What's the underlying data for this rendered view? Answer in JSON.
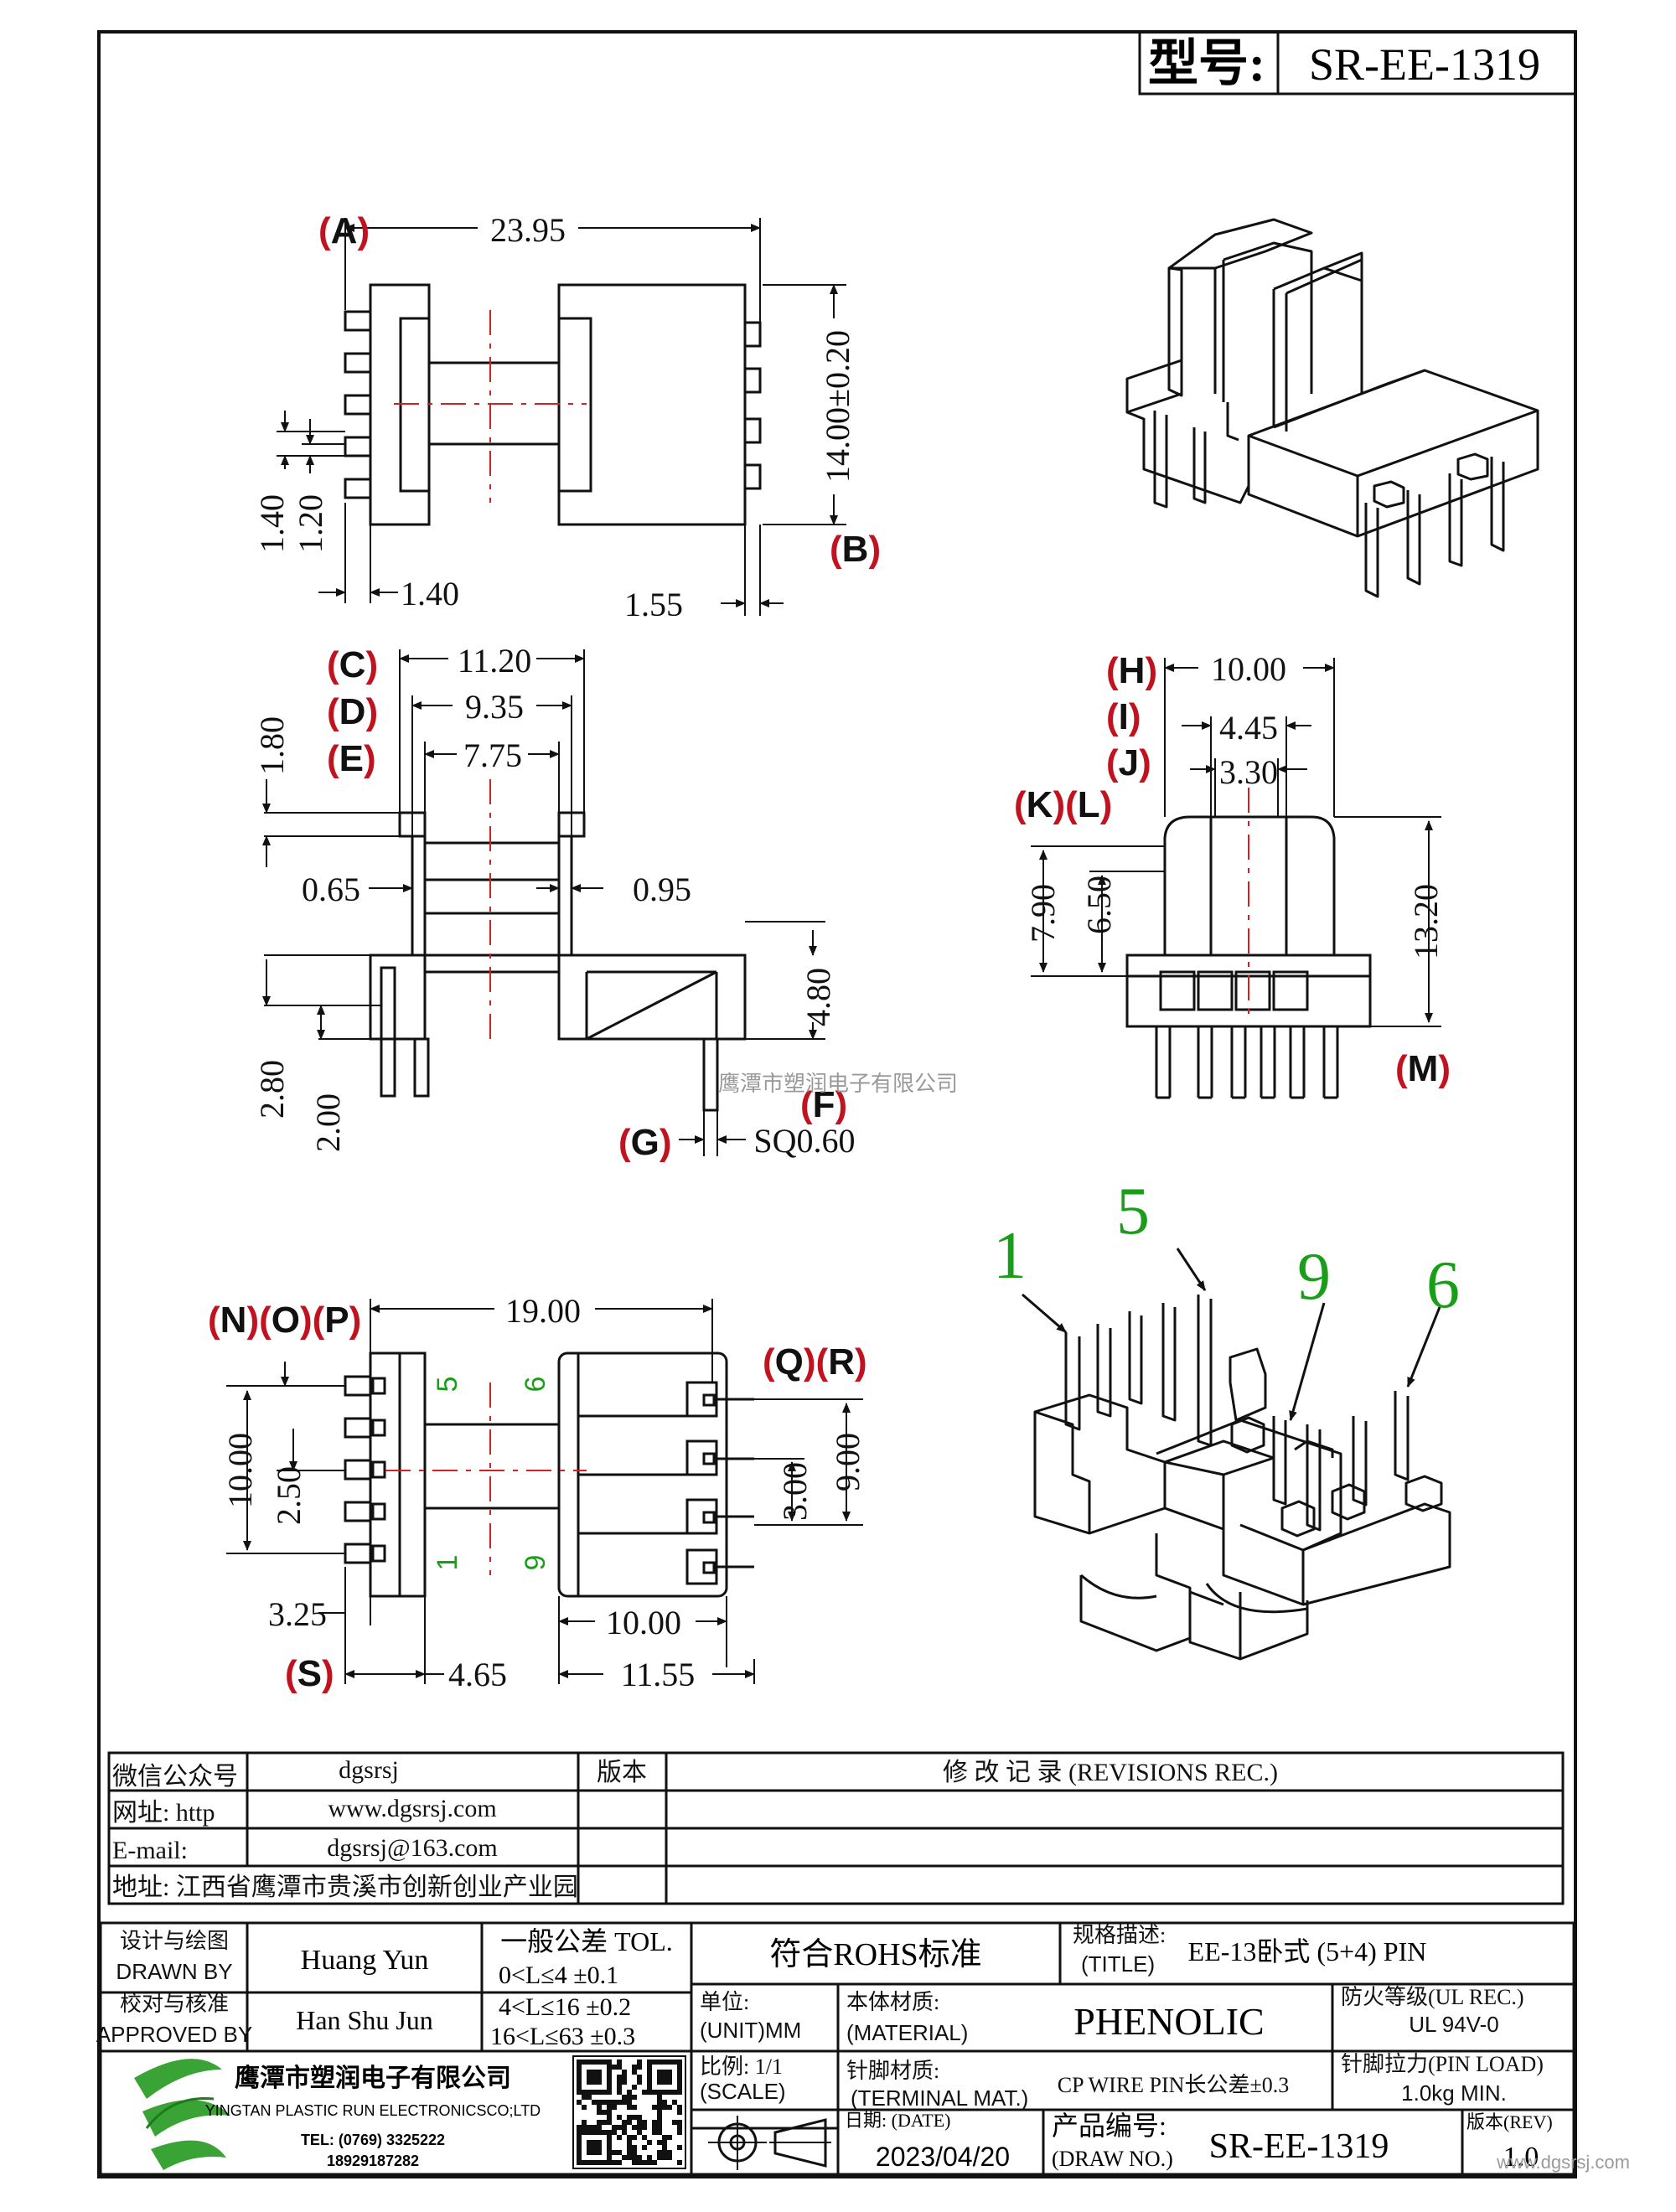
{
  "header": {
    "model_label": "型号:",
    "model_value": "SR-EE-1319"
  },
  "labels": {
    "A": "(A)",
    "B": "(B)",
    "C": "(C)",
    "D": "(D)",
    "E": "(E)",
    "F": "(F)",
    "G": "(G)",
    "H": "(H)",
    "I": "(I)",
    "J": "(J)",
    "KL": "(K)(L)",
    "M": "(M)",
    "NOP": "(N)(O)(P)",
    "QR": "(Q)(R)",
    "S": "(S)"
  },
  "dims": {
    "A": "23.95",
    "B": "14.00±0.20",
    "top_140_v": "1.40",
    "top_120_v": "1.20",
    "top_140_h": "1.40",
    "top_155": "1.55",
    "C": "11.20",
    "D": "9.35",
    "E": "7.75",
    "front_180": "1.80",
    "front_065": "0.65",
    "front_095": "0.95",
    "front_280": "2.80",
    "front_200": "2.00",
    "F": "4.80",
    "G": "SQ0.60",
    "H": "10.00",
    "I": "4.45",
    "J": "3.30",
    "K": "7.90",
    "L": "6.50",
    "M": "13.20",
    "NOP": "19.00",
    "bottom_1000_v": "10.00",
    "bottom_250": "2.50",
    "QR": "9.00",
    "bottom_300": "3.00",
    "bottom_1000_h": "10.00",
    "bottom_325": "3.25",
    "S": "4.65",
    "bottom_1155": "11.55"
  },
  "pins": {
    "p1": "1",
    "p5": "5",
    "p6": "6",
    "p9": "9",
    "color": "#1a9e1a"
  },
  "watermark": {
    "company": "鹰潭市塑润电子有限公司",
    "site": "www.dgsrsj.com"
  },
  "contact": {
    "wechat_label": "微信公众号",
    "wechat_value": "dgsrsj",
    "website_label": "网址: http",
    "website_value": "www.dgsrsj.com",
    "email_label": "E-mail:",
    "email_value": "dgsrsj@163.com",
    "address": "地址: 江西省鹰潭市贵溪市创新创业产业园"
  },
  "revisions": {
    "version_header": "版本",
    "title": "修 改 记 录  (REVISIONS REC.)"
  },
  "titleblock": {
    "drawn_by_cn": "设计与绘图",
    "drawn_by_en": "DRAWN BY",
    "drawn_by_name": "Huang Yun",
    "approved_by_cn": "校对与核准",
    "approved_by_en": "APPROVED BY",
    "approved_by_name": "Han Shu Jun",
    "tolerance_title": "一般公差 TOL.",
    "tol_1": "0<L≤4    ±0.1",
    "tol_2": "4<L≤16   ±0.2",
    "tol_3": "16<L≤63  ±0.3",
    "rohs": "符合ROHS标准",
    "title_label_cn": "规格描述:",
    "title_label_en": "(TITLE)",
    "title_value": "EE-13卧式 (5+4) PIN",
    "unit_label_cn": "单位:",
    "unit_label_en": "(UNIT)MM",
    "material_label_cn": "本体材质:",
    "material_label_en": "(MATERIAL)",
    "material_value": "PHENOLIC",
    "fire_label": "防火等级(UL REC.)",
    "fire_value": "UL 94V-0",
    "scale_label_cn": "比例:  1/1",
    "scale_label_en": "(SCALE)",
    "terminal_label_cn": "针脚材质:",
    "terminal_label_en": "(TERMINAL MAT.)",
    "terminal_value": "CP WIRE   PIN长公差±0.3",
    "pin_load_label": "针脚拉力(PIN LOAD)",
    "pin_load_value": "1.0kg MIN.",
    "date_label": "日期: (DATE)",
    "date_value": "2023/04/20",
    "draw_no_label_cn": "产品编号:",
    "draw_no_label_en": "(DRAW NO.)",
    "draw_no_value": "SR-EE-1319",
    "rev_label": "版本(REV)",
    "rev_value": "1.0"
  },
  "company": {
    "name_cn": "鹰潭市塑润电子有限公司",
    "name_en": "YINGTAN PLASTIC RUN ELECTRONICSCO;LTD",
    "tel": "TEL: (0769) 3325222",
    "mobile": "18929187282",
    "logo_color": "#3aa335"
  },
  "colors": {
    "label_red": "#c1121f",
    "centerline_red": "#d61f1f",
    "pin_green": "#1a9e1a"
  }
}
